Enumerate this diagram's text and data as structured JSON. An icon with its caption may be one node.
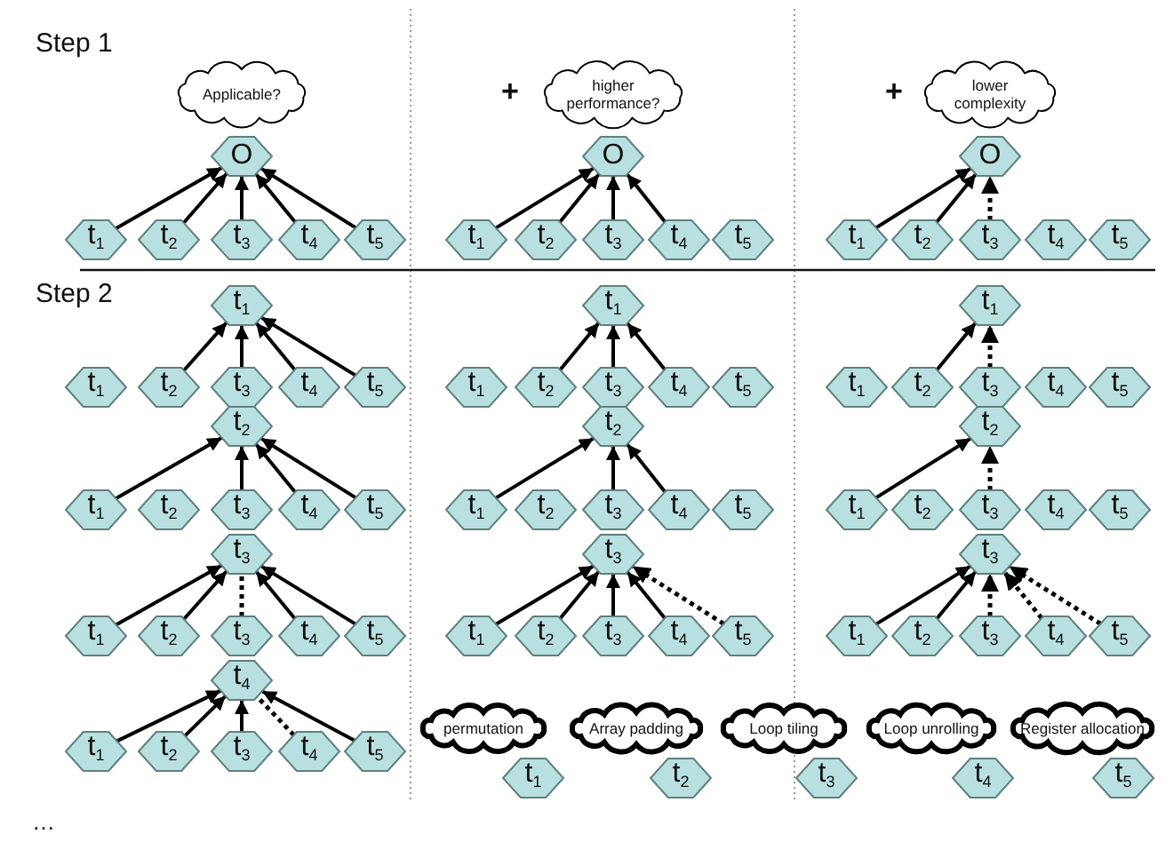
{
  "diagram": {
    "nodes": [
      {
        "text": [
          "Applicable?"
        ]
      },
      {
        "text": [
          "O"
        ]
      },
      {
        "text": [
          "t$_{1}$"
        ]
      },
      {
        "text": [
          "t$_{2}$"
        ]
      },
      {
        "text": [
          "t$_{3}$"
        ]
      },
      {
        "text": [
          "t$_{4}$"
        ]
      },
      {
        "text": [
          "t$_{5}$"
        ]
      },
      {
        "text": [
          "higher performance?"
        ]
      },
      {
        "text": [
          "O"
        ]
      },
      {
        "text": [
          "t$_{1}$"
        ]
      },
      {
        "text": [
          "t$_{2}$"
        ]
      },
      {
        "text": [
          "t$_{3}$"
        ]
      },
      {
        "text": [
          "t$_{4}$"
        ]
      },
      {
        "text": [
          "t$_{5}$"
        ]
      },
      {
        "text": [
          "lower complexity"
        ]
      },
      {
        "text": [
          "O"
        ]
      },
      {
        "text": [
          "t$_{1}$"
        ]
      },
      {
        "text": [
          "t$_{2}$"
        ]
      },
      {
        "text": [
          "t$_{3}$"
        ]
      },
      {
        "text": [
          "t$_{4}$"
        ]
      },
      {
        "text": [
          "t$_{5}$"
        ]
      },
      {
        "text": [
          "t$_{1}$"
        ]
      },
      {
        "text": [
          "t$_{1}$"
        ]
      },
      {
        "text": [
          "t$_{2}$"
        ]
      },
      {
        "text": [
          "t$_{3}$"
        ]
      },
      {
        "text": [
          "t$_{4}$"
        ]
      },
      {
        "text": [
          "t$_{5}$"
        ]
      },
      {
        "text": [
          "t$_{2}$"
        ]
      },
      {
        "text": [
          "t$_{1}$"
        ]
      },
      {
        "text": [
          "t$_{2}$"
        ]
      },
      {
        "text": [
          "t$_{3}$"
        ]
      },
      {
        "text": [
          "t$_{4}$"
        ]
      },
      {
        "text": [
          "t$_{5}$"
        ]
      },
      {
        "text": [
          "t$_{3}$"
        ]
      },
      {
        "text": [
          "t$_{1}$"
        ]
      },
      {
        "text": [
          "t$_{2}$"
        ]
      },
      {
        "text": [
          "t$_{3}$"
        ]
      },
      {
        "text": [
          "t$_{4}$"
        ]
      },
      {
        "text": [
          "t$_{5}$"
        ]
      },
      {
        "text": [
          "t$_{4}$"
        ]
      },
      {
        "text": [
          "t$_{1}$"
        ]
      },
      {
        "text": [
          "t$_{2}$"
        ]
      },
      {
        "text": [
          "t$_{3}$"
        ]
      },
      {
        "text": [
          "t$_{4}$"
        ]
      },
      {
        "text": [
          "t$_{5}$"
        ]
      },
      {
        "text": [
          "t$_{1}$"
        ]
      },
      {
        "text": [
          "t$_{1}$"
        ]
      },
      {
        "text": [
          "t$_{2}$"
        ]
      },
      {
        "text": [
          "t$_{3}$"
        ]
      },
      {
        "text": [
          "t$_{4}$"
        ]
      },
      {
        "text": [
          "t$_{5}$"
        ]
      },
      {
        "text": [
          "t$_{2}$"
        ]
      },
      {
        "text": [
          "t$_{1}$"
        ]
      },
      {
        "text": [
          "t$_{2}$"
        ]
      },
      {
        "text": [
          "t$_{3}$"
        ]
      },
      {
        "text": [
          "t$_{4}$"
        ]
      },
      {
        "text": [
          "t$_{5}$"
        ]
      },
      {
        "text": [
          "t$_{3}$"
        ]
      },
      {
        "text": [
          "t$_{1}$"
        ]
      },
      {
        "text": [
          "t$_{2}$"
        ]
      },
      {
        "text": [
          "t$_{3}$"
        ]
      },
      {
        "text": [
          "t$_{4}$"
        ]
      },
      {
        "text": [
          "t$_{5}$"
        ]
      },
      {
        "text": [
          "t$_{1}$"
        ]
      },
      {
        "text": [
          "t$_{1}$"
        ]
      },
      {
        "text": [
          "t$_{2}$"
        ]
      },
      {
        "text": [
          "t$_{3}$"
        ]
      },
      {
        "text": [
          "t$_{4}$"
        ]
      },
      {
        "text": [
          "t$_{5}$"
        ]
      },
      {
        "text": [
          "t$_{2}$"
        ]
      },
      {
        "text": [
          "t$_{1}$"
        ]
      },
      {
        "text": [
          "t$_{2}$"
        ]
      },
      {
        "text": [
          "t$_{3}$"
        ]
      },
      {
        "text": [
          "t$_{4}$"
        ]
      },
      {
        "text": [
          "t$_{5}$"
        ]
      },
      {
        "text": [
          "t$_{3}$"
        ]
      },
      {
        "text": [
          "t$_{1}$"
        ]
      },
      {
        "text": [
          "t$_{2}$"
        ]
      },
      {
        "text": [
          "t$_{3}$"
        ]
      },
      {
        "text": [
          "t$_{4}$"
        ]
      },
      {
        "text": [
          "t$_{5}$"
        ]
      },
      {
        "text": [
          "permutation"
        ]
      },
      {
        "text": [
          "t$_{1}$"
        ]
      },
      {
        "text": [
          "Array padding"
        ]
      },
      {
        "text": [
          "t$_{2}$"
        ]
      },
      {
        "text": [
          "Loop tiling"
        ]
      },
      {
        "text": [
          "t$_{3}$"
        ]
      },
      {
        "text": [
          "Loop unrolling"
        ]
      },
      {
        "text": [
          "t$_{4}$"
        ]
      },
      {
        "text": [
          "Register allocation"
        ]
      },
      {
        "text": [
          "t$_{5}$"
        ]
      }
    ],
    "edges": [
      {
        "from": 2,
        "to": 1,
        "arrow": "to"
      },
      {
        "from": 3,
        "to": 1,
        "arrow": "to"
      },
      {
        "from": 4,
        "to": 1,
        "arrow": "to"
      },
      {
        "from": 5,
        "to": 1,
        "arrow": "to"
      },
      {
        "from": 6,
        "to": 1,
        "arrow": "to"
      },
      {
        "from": 9,
        "to": 8,
        "arrow": "to"
      },
      {
        "from": 10,
        "to": 8,
        "arrow": "to"
      },
      {
        "from": 11,
        "to": 8,
        "arrow": "to"
      },
      {
        "from": 12,
        "to": 8,
        "arrow": "to"
      },
      {
        "from": 16,
        "to": 15,
        "arrow": "to"
      },
      {
        "from": 17,
        "to": 15,
        "arrow": "to"
      },
      {
        "from": 18,
        "to": 15,
        "arrow": "to",
        "style": "dashed"
      },
      {
        "from": 23,
        "to": 21,
        "arrow": "to"
      },
      {
        "from": 24,
        "to": 21,
        "arrow": "to"
      },
      {
        "from": 25,
        "to": 21,
        "arrow": "to"
      },
      {
        "from": 26,
        "to": 21,
        "arrow": "to"
      },
      {
        "from": 28,
        "to": 27,
        "arrow": "to"
      },
      {
        "from": 30,
        "to": 27,
        "arrow": "to"
      },
      {
        "from": 31,
        "to": 27,
        "arrow": "to"
      },
      {
        "from": 32,
        "to": 27,
        "arrow": "to"
      },
      {
        "from": 34,
        "to": 33,
        "arrow": "to"
      },
      {
        "from": 35,
        "to": 33,
        "arrow": "to"
      },
      {
        "from": 36,
        "to": 33,
        "arrow": "none",
        "style": "dashed"
      },
      {
        "from": 37,
        "to": 33,
        "arrow": "to"
      },
      {
        "from": 38,
        "to": 33,
        "arrow": "to"
      },
      {
        "from": 40,
        "to": 39,
        "arrow": "to"
      },
      {
        "from": 41,
        "to": 39,
        "arrow": "to"
      },
      {
        "from": 42,
        "to": 39,
        "arrow": "to"
      },
      {
        "from": 43,
        "to": 39,
        "arrow": "none",
        "style": "dashed"
      },
      {
        "from": 44,
        "to": 39,
        "arrow": "to"
      },
      {
        "from": 47,
        "to": 45,
        "arrow": "to"
      },
      {
        "from": 48,
        "to": 45,
        "arrow": "to"
      },
      {
        "from": 49,
        "to": 45,
        "arrow": "to"
      },
      {
        "from": 52,
        "to": 51,
        "arrow": "to"
      },
      {
        "from": 54,
        "to": 51,
        "arrow": "to"
      },
      {
        "from": 55,
        "to": 51,
        "arrow": "to"
      },
      {
        "from": 58,
        "to": 57,
        "arrow": "to"
      },
      {
        "from": 59,
        "to": 57,
        "arrow": "to"
      },
      {
        "from": 60,
        "to": 57,
        "arrow": "to"
      },
      {
        "from": 61,
        "to": 57,
        "arrow": "to"
      },
      {
        "from": 62,
        "to": 57,
        "arrow": "to",
        "style": "dashed"
      },
      {
        "from": 65,
        "to": 63,
        "arrow": "to"
      },
      {
        "from": 66,
        "to": 63,
        "arrow": "to",
        "style": "dashed"
      },
      {
        "from": 70,
        "to": 69,
        "arrow": "to"
      },
      {
        "from": 72,
        "to": 69,
        "arrow": "to",
        "style": "dashed"
      },
      {
        "from": 76,
        "to": 75,
        "arrow": "to"
      },
      {
        "from": 77,
        "to": 75,
        "arrow": "to"
      },
      {
        "from": 78,
        "to": 75,
        "arrow": "to",
        "style": "dashed"
      },
      {
        "from": 79,
        "to": 75,
        "arrow": "to",
        "style": "dashed"
      },
      {
        "from": 80,
        "to": 75,
        "arrow": "to",
        "style": "dashed"
      }
    ],
    "labels": [
      "Step 1",
      "+",
      "+",
      "Step 2",
      "…"
    ]
  }
}
